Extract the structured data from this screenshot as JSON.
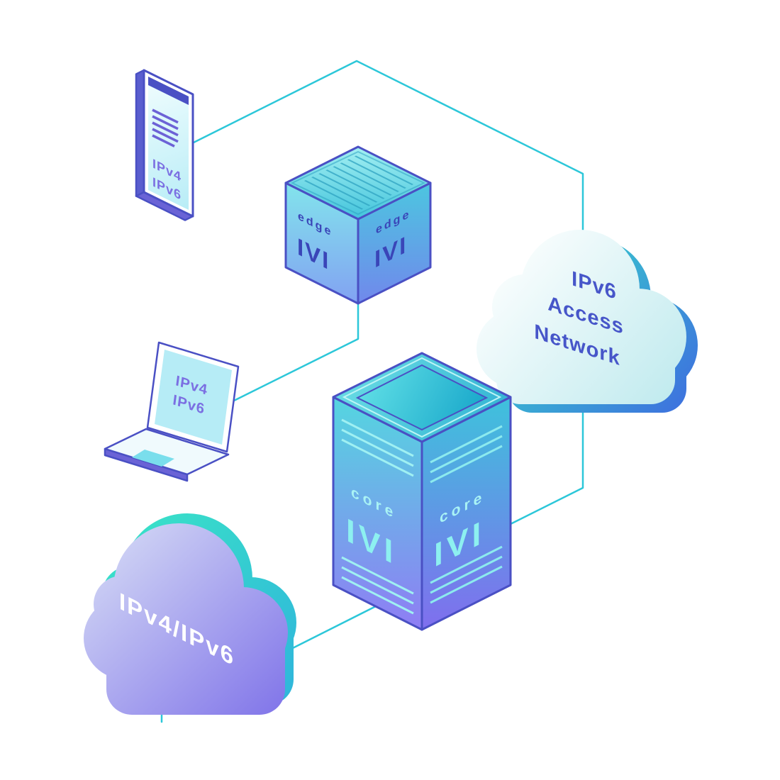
{
  "diagram": {
    "background": "#ffffff",
    "colors": {
      "connector": "#2cc7d9",
      "outline": "#4a50c4",
      "device_label": "#7b6fe2",
      "edge_label": "#3a45b8",
      "core_label": "#a9f3f5",
      "core_logo": "#8df0f0",
      "access_cloud_label": "#4756c9",
      "transit_cloud_label": "#ffffff"
    },
    "phone": {
      "label_line1": "IPv4",
      "label_line2": "IPv6"
    },
    "laptop": {
      "label_line1": "IPv4",
      "label_line2": "IPv6"
    },
    "edge_router": {
      "left_face": {
        "name": "edge",
        "logo": "IVI"
      },
      "right_face": {
        "name": "edge",
        "logo": "IVI"
      }
    },
    "core_router": {
      "left_face": {
        "name": "core",
        "logo": "IVI"
      },
      "right_face": {
        "name": "core",
        "logo": "IVI"
      }
    },
    "access_cloud": {
      "line1": "IPv6",
      "line2": "Access",
      "line3": "Network"
    },
    "transit_cloud": {
      "label": "IPv4/IPv6"
    }
  }
}
